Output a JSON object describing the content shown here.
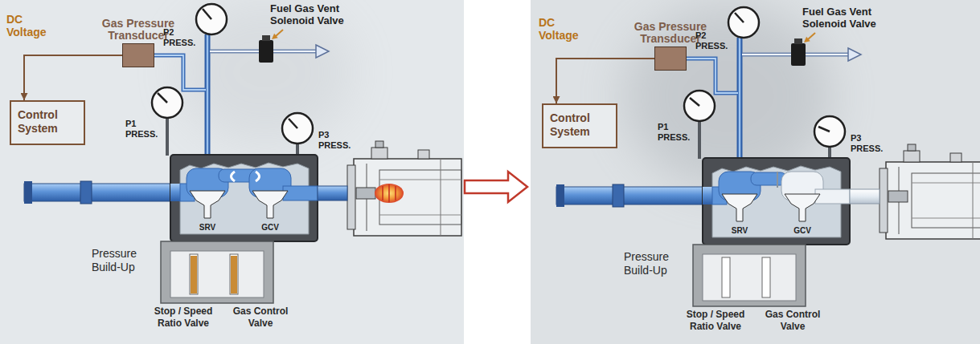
{
  "diagram": {
    "nodes": [
      {
        "text": [
          "Gas Pressure Transducer"
        ]
      },
      {
        "text": [
          "Control System"
        ]
      },
      {
        "text": [
          "Gas Pressure Transducer"
        ]
      },
      {
        "text": [
          "Control System"
        ]
      }
    ],
    "edges": [
      {
        "from": 0,
        "to": 1,
        "arrow": "to",
        "label": "DC Voltage"
      },
      {
        "from": 2,
        "to": 3,
        "arrow": "to",
        "label": "DC Voltage"
      }
    ],
    "labels": [
      "Fuel Gas Vent Solenoid Valve",
      "P2 PRESS.",
      "P1 PRESS.",
      "P3 PRESS.",
      "SRV",
      "GCV",
      "Pressure Build-Up",
      "Stop / Speed Ratio Valve",
      "Gas Control Valve",
      "Fuel Gas Vent Solenoid Valve",
      "P2 PRESS.",
      "P1 PRESS.",
      "P3 PRESS.",
      "SRV",
      "GCV",
      "Pressure Build-Up",
      "Stop / Speed Ratio Valve",
      "Gas Control Valve"
    ]
  }
}
